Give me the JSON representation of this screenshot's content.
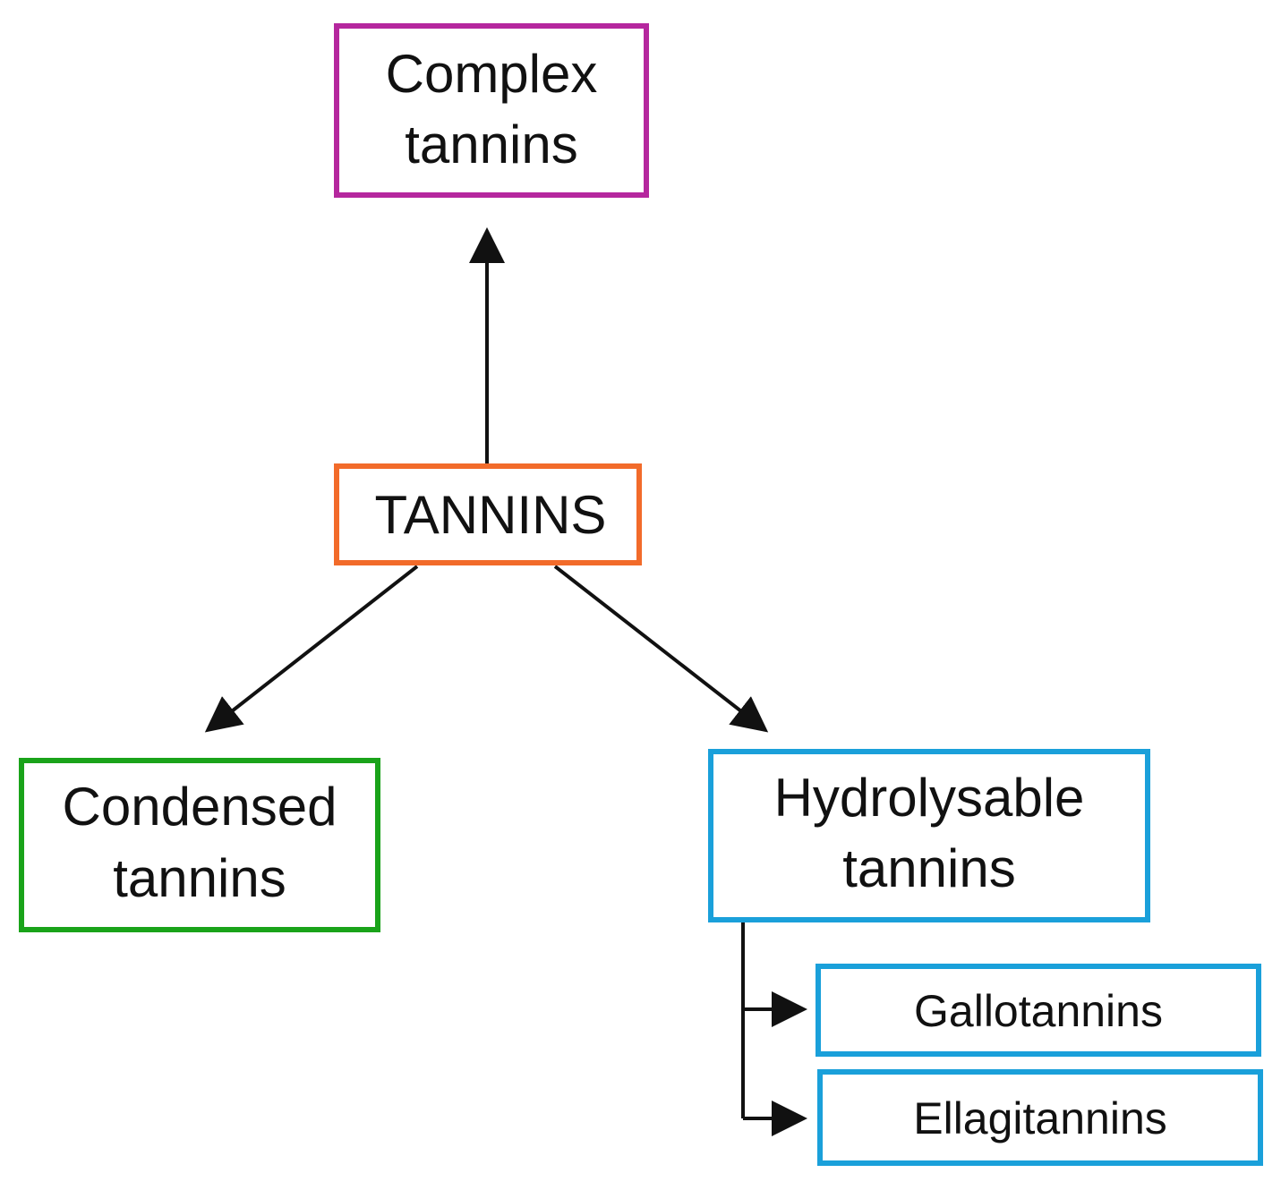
{
  "nodes": {
    "complex": {
      "line1": "Complex",
      "line2": "tannins",
      "color": "#B5279E"
    },
    "tannins": {
      "label": "TANNINS",
      "color": "#F26B2A"
    },
    "condensed": {
      "line1": "Condensed",
      "line2": "tannins",
      "color": "#1AA31A"
    },
    "hydrolysable": {
      "line1": "Hydrolysable",
      "line2": "tannins",
      "color": "#1AA0DA"
    },
    "gallotannins": {
      "label": "Gallotannins",
      "color": "#1AA0DA"
    },
    "ellagitannins": {
      "label": "Ellagitannins",
      "color": "#1AA0DA"
    }
  },
  "edges": [
    {
      "from": "TANNINS",
      "to": "Complex tannins"
    },
    {
      "from": "TANNINS",
      "to": "Condensed tannins"
    },
    {
      "from": "TANNINS",
      "to": "Hydrolysable tannins"
    },
    {
      "from": "Hydrolysable tannins",
      "to": "Gallotannins"
    },
    {
      "from": "Hydrolysable tannins",
      "to": "Ellagitannins"
    }
  ],
  "colors": {
    "arrow": "#111111",
    "text": "#111111"
  }
}
